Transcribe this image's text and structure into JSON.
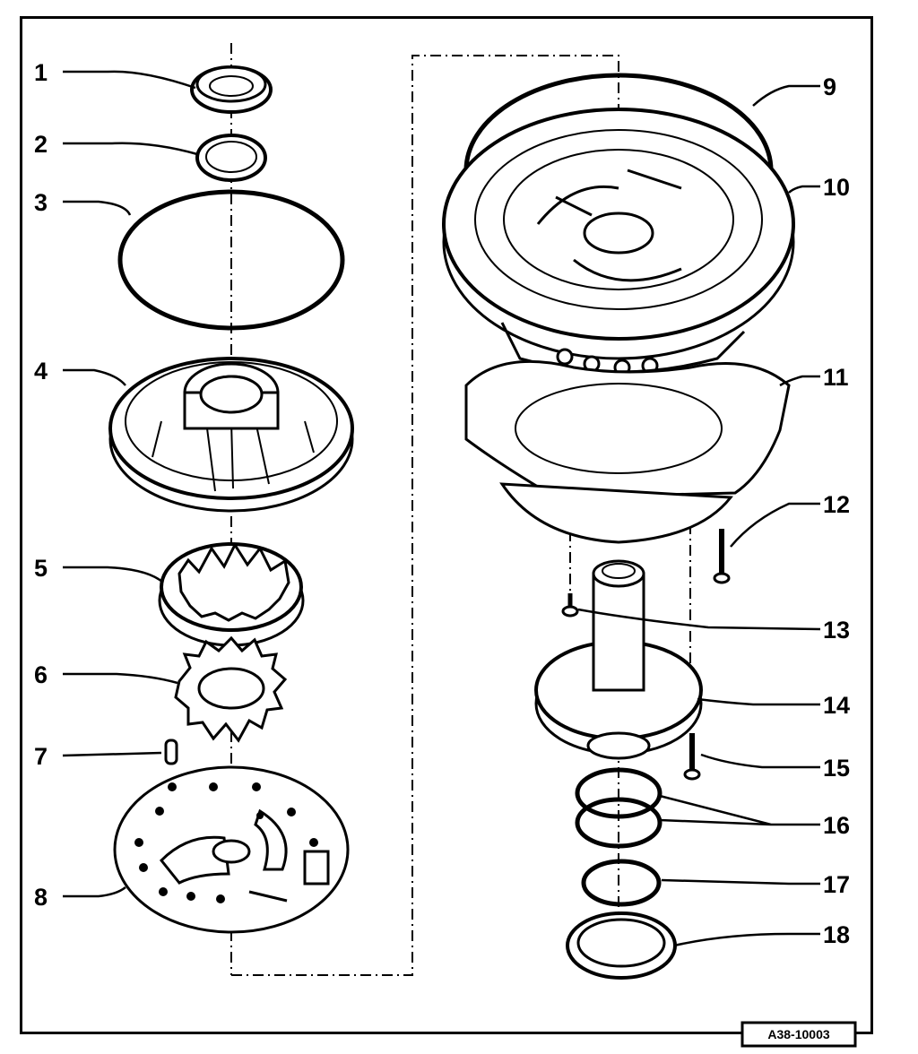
{
  "figure": {
    "reference_code": "A38-10003",
    "callouts": [
      {
        "id": "1",
        "label": "1"
      },
      {
        "id": "2",
        "label": "2"
      },
      {
        "id": "3",
        "label": "3"
      },
      {
        "id": "4",
        "label": "4"
      },
      {
        "id": "5",
        "label": "5"
      },
      {
        "id": "6",
        "label": "6"
      },
      {
        "id": "7",
        "label": "7"
      },
      {
        "id": "8",
        "label": "8"
      },
      {
        "id": "9",
        "label": "9"
      },
      {
        "id": "10",
        "label": "10"
      },
      {
        "id": "11",
        "label": "11"
      },
      {
        "id": "12",
        "label": "12"
      },
      {
        "id": "13",
        "label": "13"
      },
      {
        "id": "14",
        "label": "14"
      },
      {
        "id": "15",
        "label": "15"
      },
      {
        "id": "16",
        "label": "16"
      },
      {
        "id": "17",
        "label": "17"
      },
      {
        "id": "18",
        "label": "18"
      }
    ]
  },
  "colors": {
    "ink": "#000000",
    "paper": "#ffffff"
  }
}
